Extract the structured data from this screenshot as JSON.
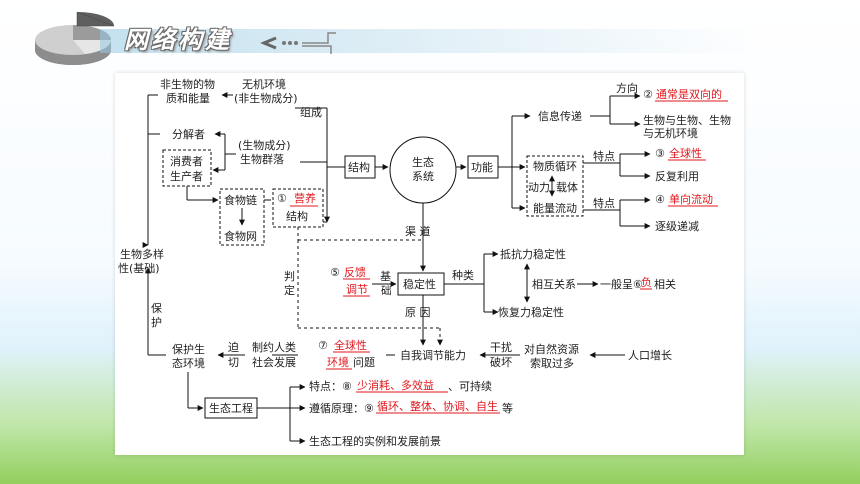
{
  "header": {
    "title": "网络构建"
  },
  "diagram": {
    "nonliving_matter": [
      "非生物的物",
      "质和能量"
    ],
    "abiotic_env": [
      "无机环境",
      "(非生物成分)"
    ],
    "decomposer": "分解者",
    "biotic": [
      "(生物成分)",
      "生物群落"
    ],
    "consumer": "消费者",
    "producer": "生产者",
    "food_chain": "食物链",
    "food_web": "食物网",
    "blank1_num": "①",
    "blank1_answer": "营养",
    "blank1_suffix": "结构",
    "composition": "组成",
    "structure": "结构",
    "center": [
      "生态",
      "系统"
    ],
    "function": "功能",
    "info_transfer": "信息传递",
    "direction": "方向",
    "blank2_num": "②",
    "blank2_answer": "通常是双向的",
    "info_scope": [
      "生物与生物、生物",
      "与无机环境"
    ],
    "material_cycle": "物质循环",
    "driving_force": "动力",
    "carrier": "载体",
    "energy_flow": "能量流动",
    "feature": "特点",
    "blank3_num": "③",
    "blank3_answer": "全球性",
    "recycle": "反复利用",
    "blank4_num": "④",
    "blank4_answer": "单向流动",
    "decrease": "逐级递减",
    "biodiversity": [
      "生物多样",
      "性(基础)"
    ],
    "protect": [
      "保",
      "护"
    ],
    "judge": [
      "判",
      "定"
    ],
    "channel": "渠  道",
    "blank5_num": "⑤",
    "blank5_answer": [
      "反馈",
      "调节"
    ],
    "basis": [
      "基",
      "础"
    ],
    "stability": "稳定性",
    "types": "种类",
    "resistance": "抵抗力稳定性",
    "relation": "相互关系",
    "generally": "一般呈⑥",
    "blank6_answer": "负",
    "correlation": "相关",
    "resilience": "恢复力稳定性",
    "cause": "原  因",
    "protect_env": [
      "保护生",
      "态环境"
    ],
    "urgent": [
      "迫",
      "切"
    ],
    "restrict": [
      "制约人类",
      "社会发展"
    ],
    "blank7_num": "⑦",
    "blank7_answer": [
      "全球性",
      "环境"
    ],
    "blank7_suffix": "问题",
    "self_regulation": "自我调节能力",
    "interfere": [
      "干扰",
      "破坏"
    ],
    "over_extraction": [
      "对自然资源",
      "索取过多"
    ],
    "population_growth": "人口增长",
    "eco_engineering": "生态工程",
    "features_label": "特点：⑧",
    "blank8_answer": "少消耗、多效益",
    "features_suffix": "、可持续",
    "principles_label": "遵循原理：⑨",
    "blank9_answer": "循环、整体、协调、自生",
    "principles_suffix": "等",
    "examples": "生态工程的实例和发展前景"
  }
}
